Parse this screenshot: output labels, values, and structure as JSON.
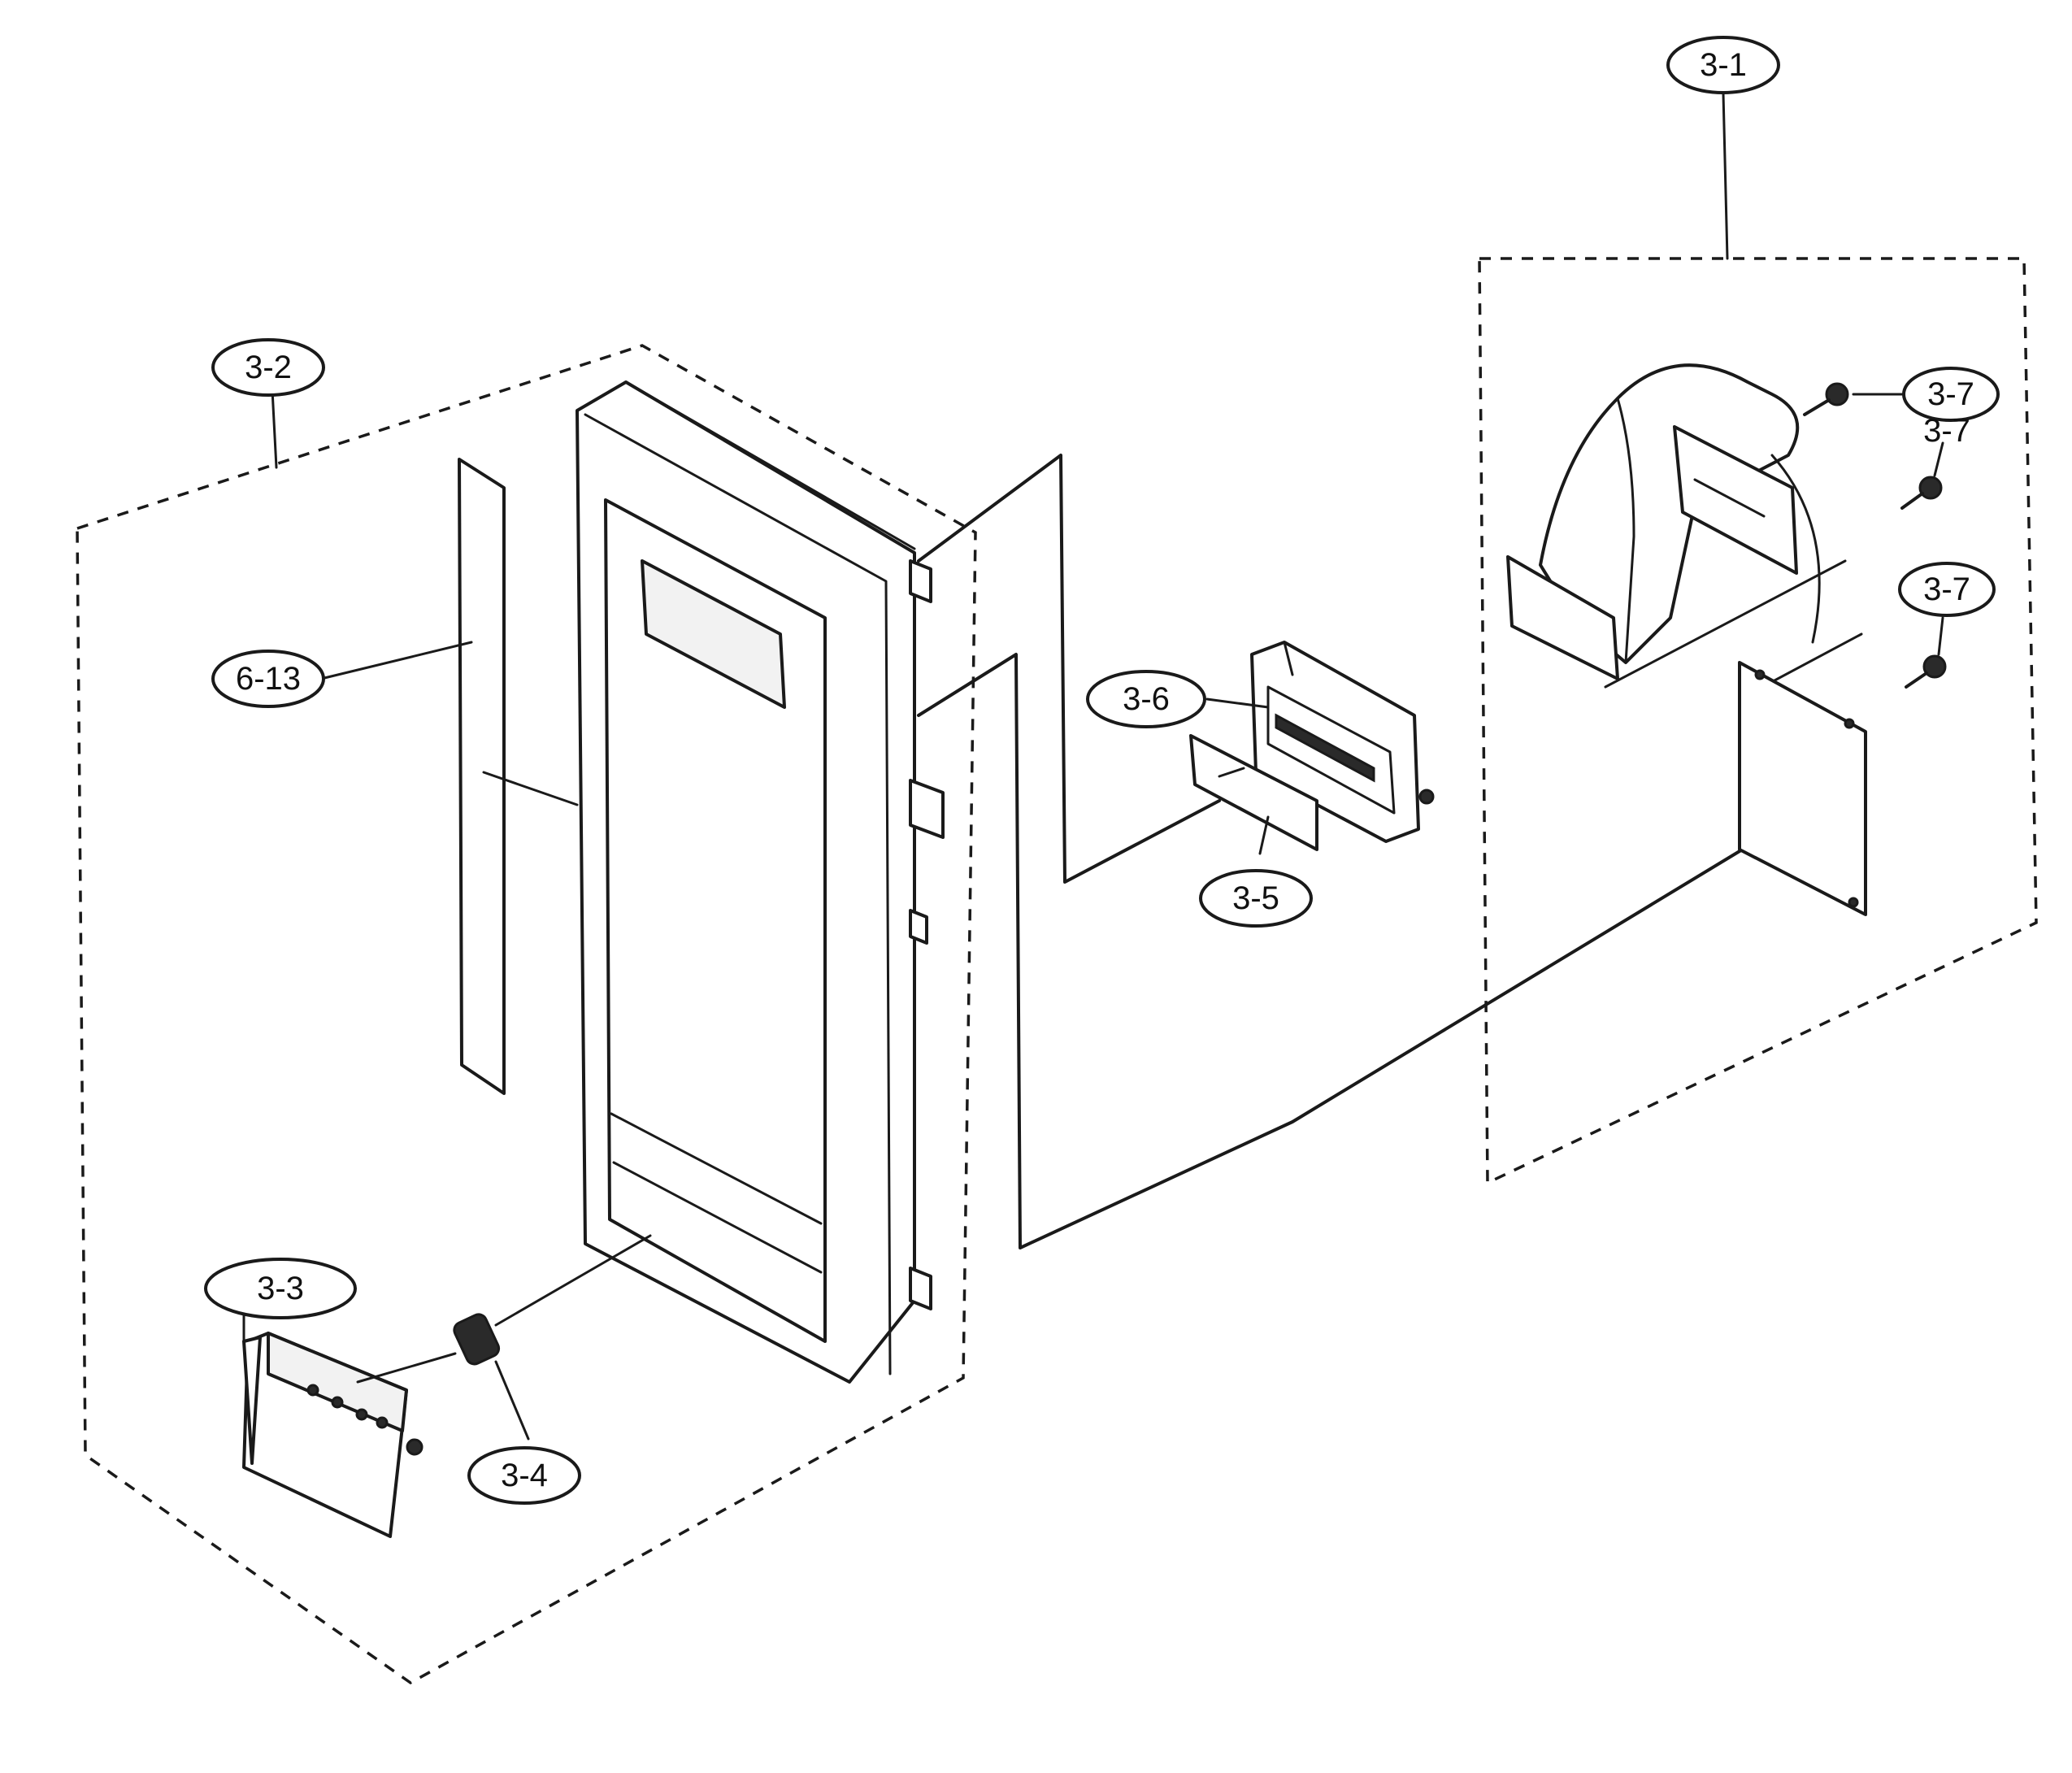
{
  "callouts": {
    "c3_1": "3-1",
    "c3_2": "3-2",
    "c3_3": "3-3",
    "c3_4": "3-4",
    "c3_5": "3-5",
    "c3_6": "3-6",
    "c3_7a": "3-7",
    "c3_7b": "3-7",
    "c3_7c": "3-7",
    "c6_13": "6-13"
  }
}
